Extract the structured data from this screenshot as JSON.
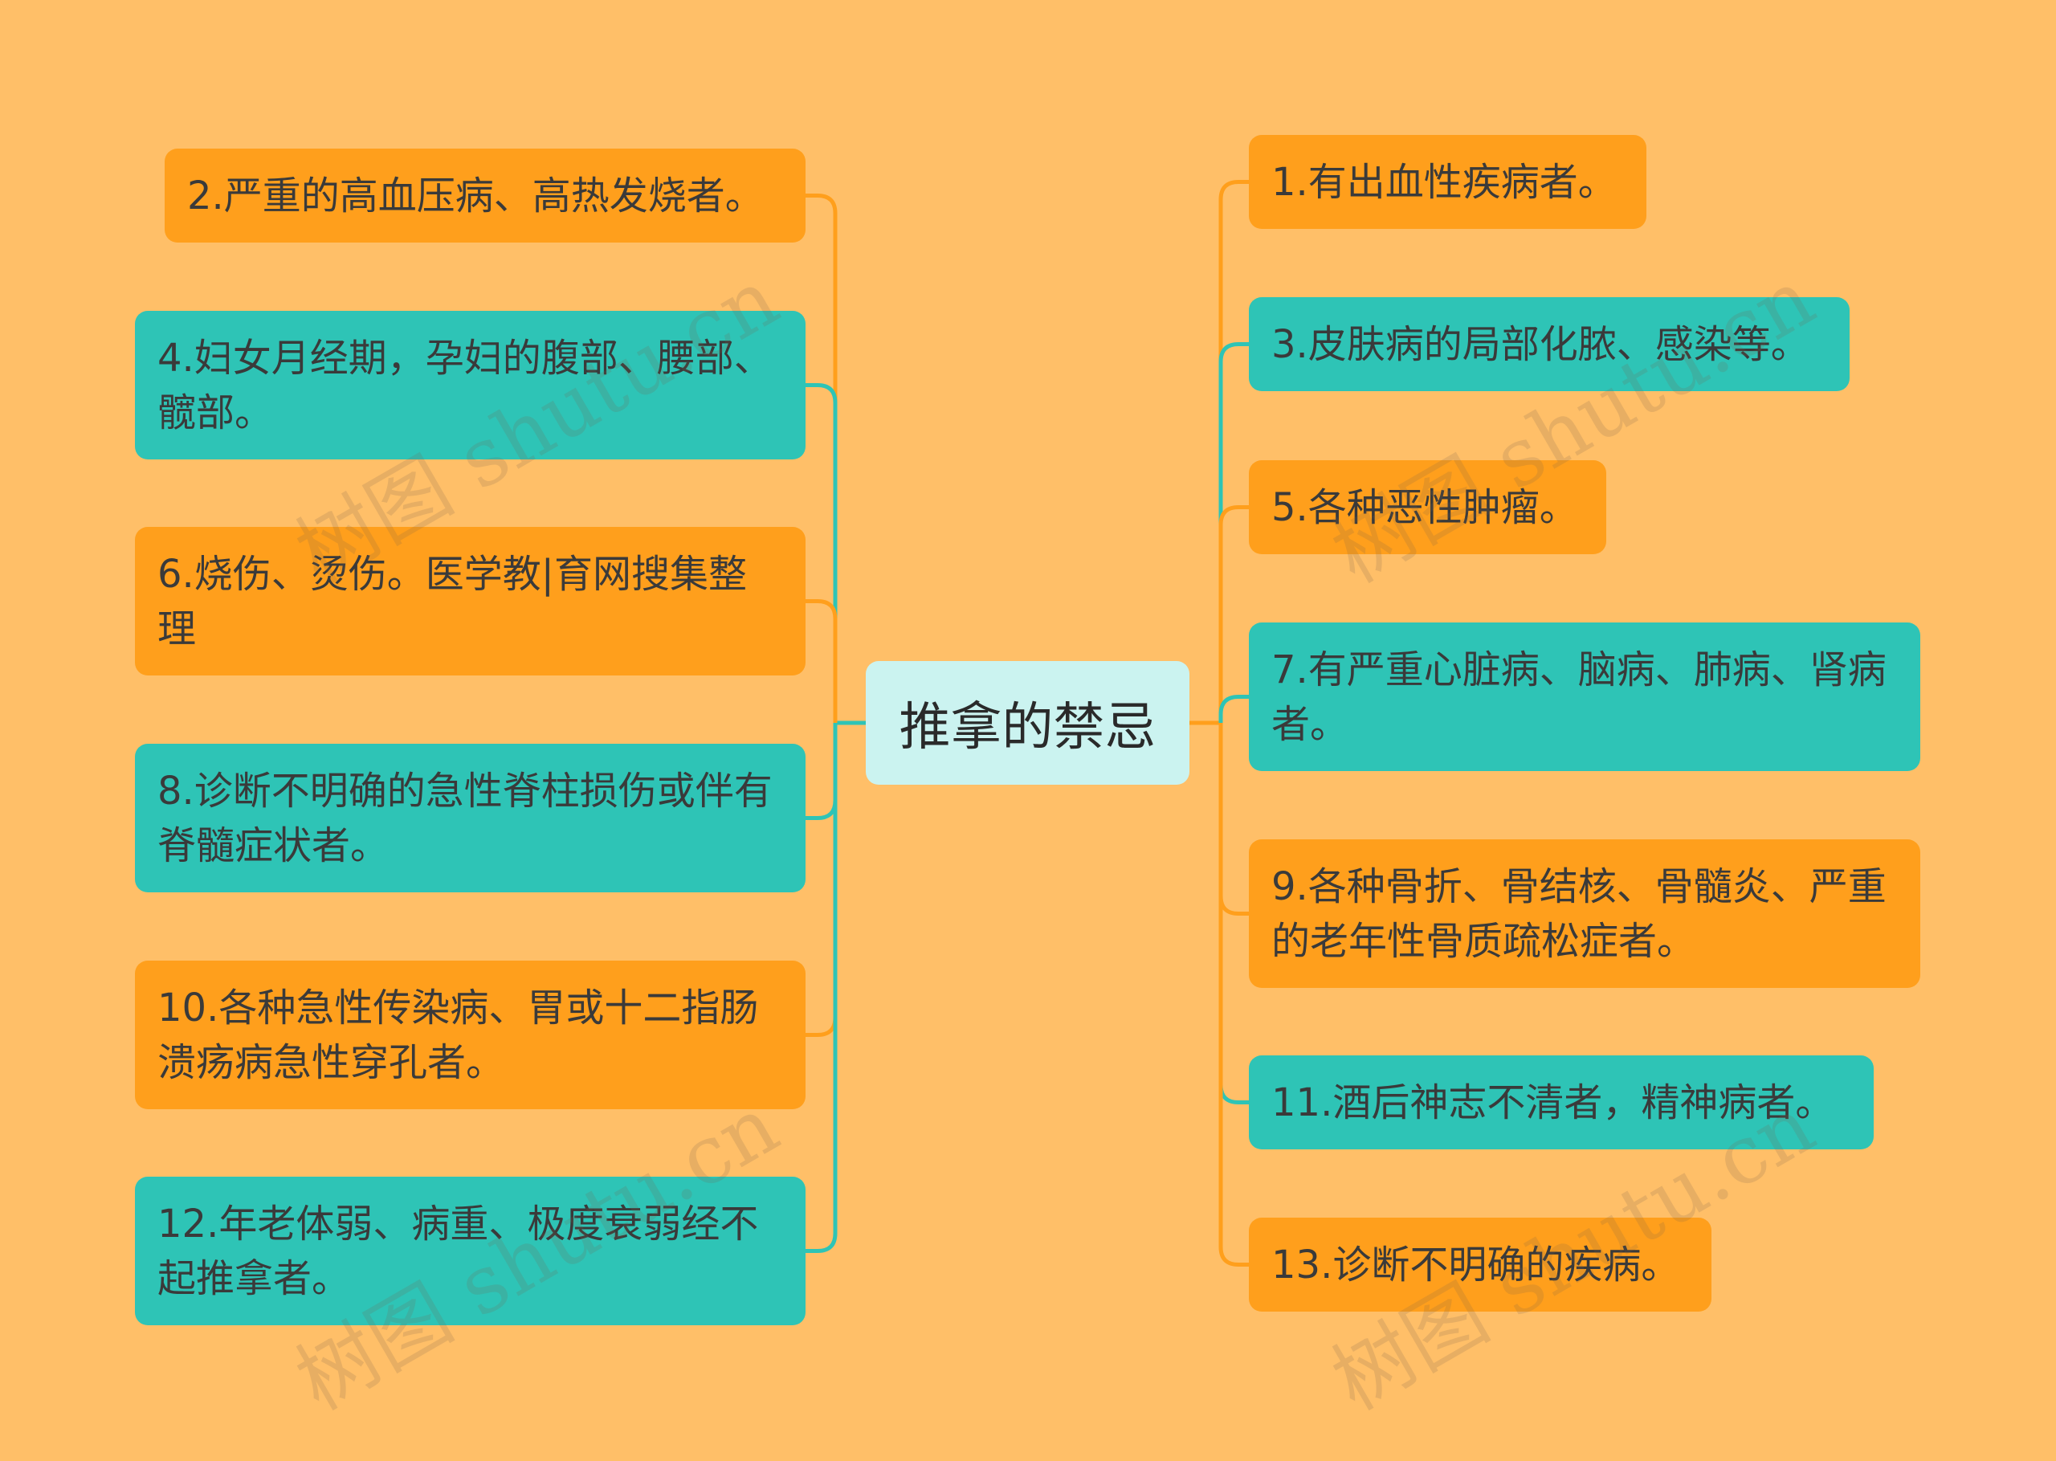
{
  "center": {
    "label": "推拿的禁忌"
  },
  "left": [
    {
      "label": "2.严重的高血压病、高热发烧者。",
      "color": "orange"
    },
    {
      "label": "4.妇女月经期，孕妇的腹部、腰部、髋部。",
      "color": "teal"
    },
    {
      "label": "6.烧伤、烫伤。医学教|育网搜集整理",
      "color": "orange"
    },
    {
      "label": "8.诊断不明确的急性脊柱损伤或伴有脊髓症状者。",
      "color": "teal"
    },
    {
      "label": "10.各种急性传染病、胃或十二指肠溃疡病急性穿孔者。",
      "color": "orange"
    },
    {
      "label": "12.年老体弱、病重、极度衰弱经不起推拿者。",
      "color": "teal"
    }
  ],
  "right": [
    {
      "label": "1.有出血性疾病者。",
      "color": "orange"
    },
    {
      "label": "3.皮肤病的局部化脓、感染等。",
      "color": "teal"
    },
    {
      "label": "5.各种恶性肿瘤。",
      "color": "orange"
    },
    {
      "label": "7.有严重心脏病、脑病、肺病、肾病者。",
      "color": "teal"
    },
    {
      "label": "9.各种骨折、骨结核、骨髓炎、严重的老年性骨质疏松症者。",
      "color": "orange"
    },
    {
      "label": "11.酒后神志不清者，精神病者。",
      "color": "teal"
    },
    {
      "label": "13.诊断不明确的疾病。",
      "color": "orange"
    }
  ],
  "colors": {
    "orange": "#FF9F1C",
    "teal": "#2EC4B6",
    "background": "#FFBF68",
    "center": "#CBF3F0"
  },
  "watermark": "树图 shutu.cn"
}
